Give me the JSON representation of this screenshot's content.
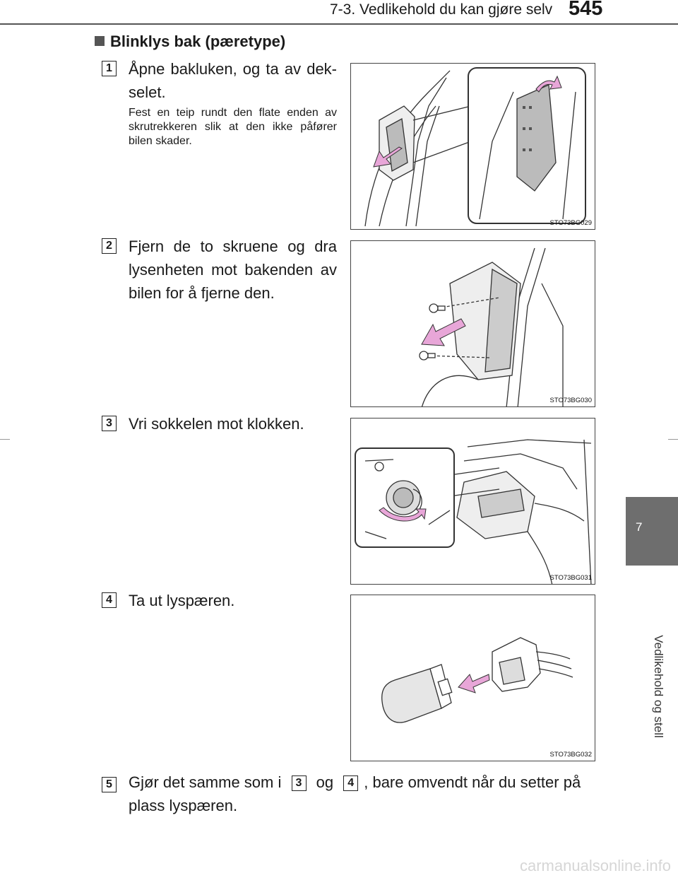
{
  "header": {
    "title": "7-3. Vedlikehold du kan gjøre selv",
    "page_number": "545"
  },
  "side_tab": {
    "number": "7",
    "label": "Vedlikehold og stell"
  },
  "section": {
    "title": "Blinklys bak (pæretype)"
  },
  "steps": [
    {
      "number": "1",
      "text": "Åpne bakluken, og ta av dek-selet.",
      "note": "Fest en teip rundt den flate enden av skrutrekkeren slik at den ikke påfører bilen skader.",
      "figure_code": "STO73BG029"
    },
    {
      "number": "2",
      "text": "Fjern de to skruene og dra lysenheten mot bakenden av bilen for å fjerne den.",
      "figure_code": "STO73BG030"
    },
    {
      "number": "3",
      "text": "Vri sokkelen mot klokken.",
      "figure_code": "STO73BG031"
    },
    {
      "number": "4",
      "text": "Ta ut lyspæren.",
      "figure_code": "STO73BG032"
    },
    {
      "number": "5",
      "text_part1": "Gjør det samme som i",
      "ref1": "3",
      "text_part2": "og",
      "ref2": "4",
      "text_part3": ", bare omvendt når du setter på",
      "text_line2": "plass lyspæren."
    }
  ],
  "footer": {
    "watermark": "carmanualsonline.info"
  },
  "colors": {
    "tab": "#6e6e6e",
    "arrow": "#e8a6d8",
    "text": "#1a1a1a"
  }
}
